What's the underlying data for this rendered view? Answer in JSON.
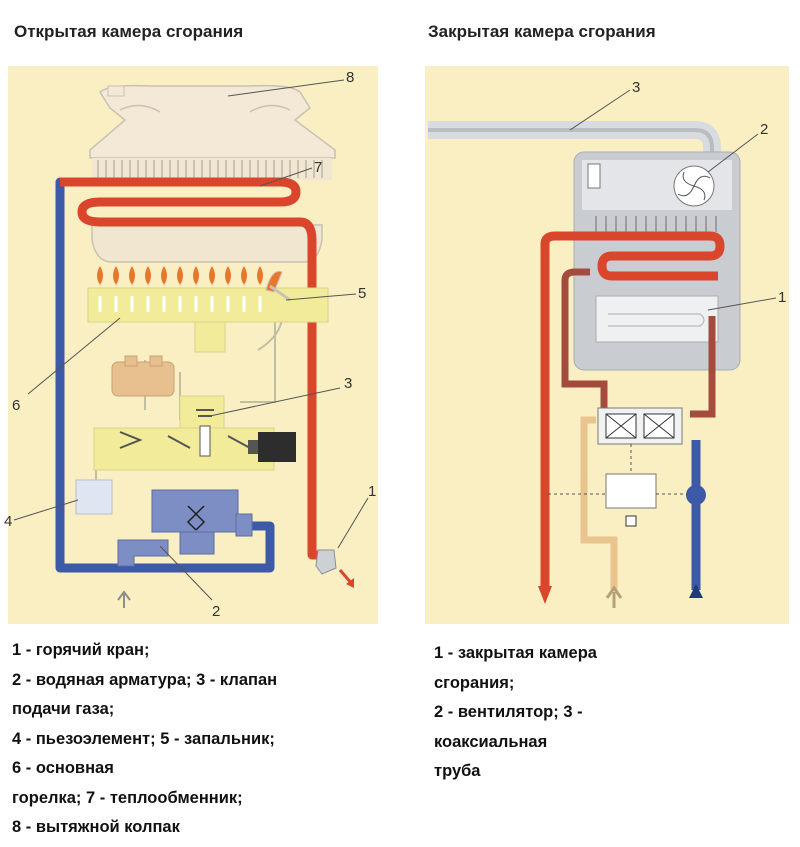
{
  "left_diagram": {
    "title": "Открытая камера сгорания",
    "callouts": {
      "c1": "1",
      "c2": "2",
      "c3": "3",
      "c4": "4",
      "c5": "5",
      "c6": "6",
      "c7": "7",
      "c8": "8"
    },
    "legend": [
      "1 - горячий кран;",
      "2 - водяная арматура; 3 - клапан",
      "подачи газа;",
      "4 - пьезоэлемент; 5 - запальник;",
      "6 - основная",
      "горелка; 7 - теплообменник;",
      "8 - вытяжной колпак"
    ]
  },
  "right_diagram": {
    "title": "Закрытая камера сгорания",
    "callouts": {
      "c1": "1",
      "c2": "2",
      "c3": "3"
    },
    "legend": [
      "1 - закрытая камера",
      "сгорания;",
      "2 - вентилятор; 3 -",
      "коаксиальная",
      "труба"
    ]
  },
  "colors": {
    "hot_water": "#d9462b",
    "cold_water": "#3c5aa8",
    "gas_pipe": "#e9c48f",
    "panel_bg": "#f9efc2",
    "burner": "#f2ec9a",
    "chamber_gray": "#c9ccd0"
  }
}
